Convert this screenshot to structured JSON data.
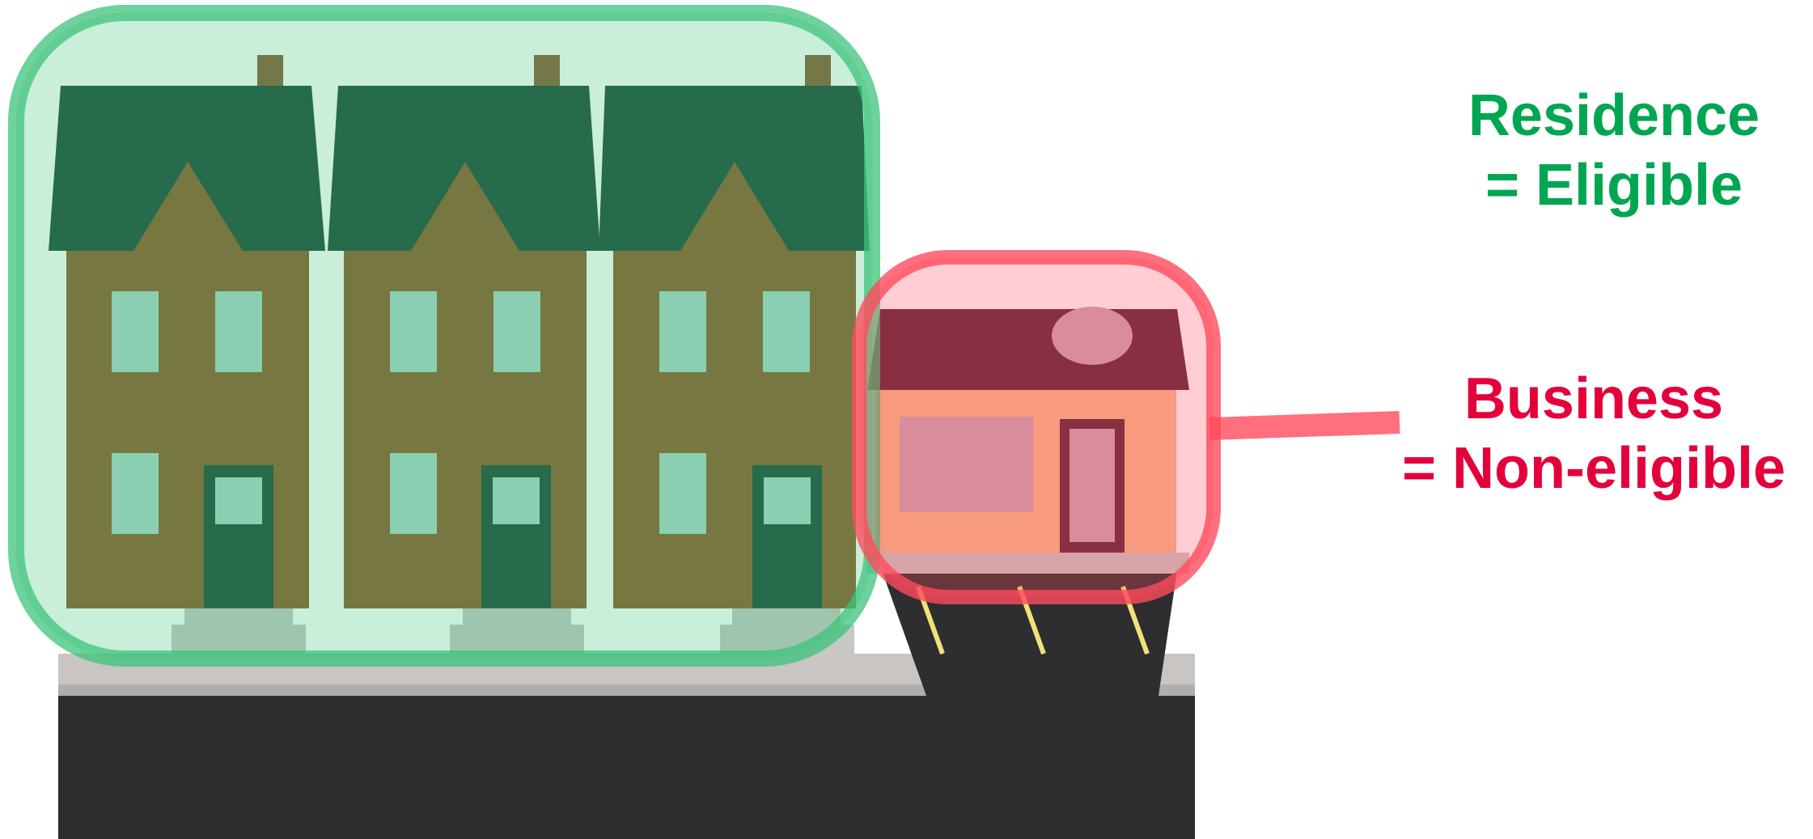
{
  "labels": {
    "residence": {
      "line1": "Residence",
      "line2": "= Eligible",
      "color": "#00A651"
    },
    "business": {
      "line1": "Business",
      "line2": "= Non-eligible",
      "color": "#E4003B"
    }
  },
  "colors": {
    "roof": "#1E4A3A",
    "brick": "#8C5A2B",
    "chimney": "#8A5A34",
    "window": "#A8D5C7",
    "door": "#1E4A3A",
    "steps": "#C7C7C4",
    "sidewalk": "#C8C5C2",
    "road": "#2E2E30",
    "shop_roof": "#5A2438",
    "shop_wall": "#F4B98A",
    "shop_window": "#C9A5B5",
    "parking_line": "#F2E27A",
    "eligible_highlight": "#3CC37A",
    "noneligible_highlight": "#FF4B5C"
  }
}
